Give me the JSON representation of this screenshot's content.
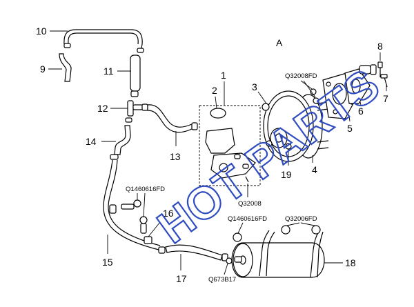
{
  "diagram": {
    "view_label": "A",
    "watermark": "HOT PARTS",
    "callouts": {
      "c1": "1",
      "c2": "2",
      "c3": "3",
      "c4": "4",
      "c5": "5",
      "c6": "6",
      "c7": "7",
      "c8": "8",
      "c9": "9",
      "c10": "10",
      "c11": "11",
      "c12": "12",
      "c13": "13",
      "c14": "14",
      "c15": "15",
      "c16": "16",
      "c17": "17",
      "c18": "18",
      "c19": "19"
    },
    "codes": {
      "top_right": "Q32008FD",
      "center": "Q32008",
      "left_clamp": "Q1460616FD",
      "tank_left": "Q1460616FD",
      "tank_right": "Q32006FD",
      "bottom": "Q673B17"
    }
  }
}
